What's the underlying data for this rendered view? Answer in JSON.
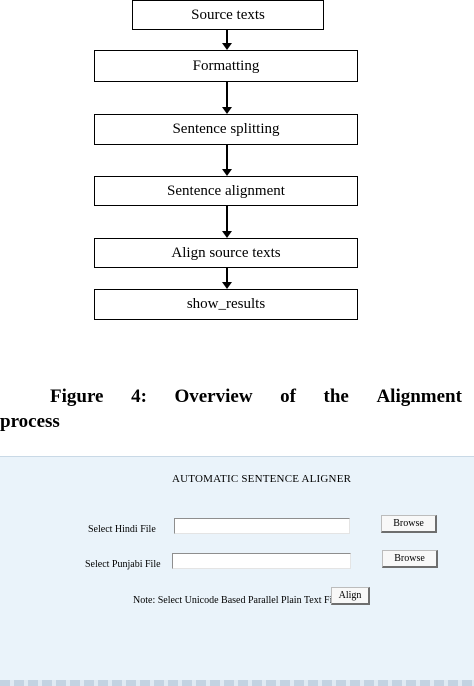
{
  "flowchart": {
    "steps": [
      "Source texts",
      "Formatting",
      "Sentence splitting",
      "Sentence alignment",
      "Align source texts",
      "show_results"
    ]
  },
  "caption": {
    "line1_words": [
      "Figure",
      "4:",
      "Overview",
      "of",
      "the",
      "Alignment"
    ],
    "line2": "process"
  },
  "app": {
    "title": "AUTOMATIC SENTENCE ALIGNER",
    "hindi_label": "Select Hindi File",
    "hindi_value": "",
    "punjabi_label": "Select Punjabi File",
    "punjabi_value": "",
    "browse_label": "Browse",
    "note": "Note: Select Unicode Based Parallel Plain Text Files",
    "align_label": "Align"
  }
}
